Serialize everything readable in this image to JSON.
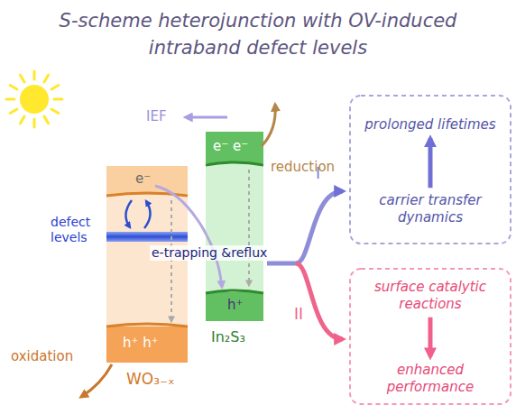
{
  "diagram": {
    "title": "S-scheme heterojunction with OV-induced intraband defect levels",
    "nodes": [
      {
        "text": [
          "prolonged lifetimes"
        ]
      },
      {
        "text": [
          "carrier transfer dynamics"
        ]
      },
      {
        "text": [
          "surface catalytic reactions"
        ]
      },
      {
        "text": [
          "enhanced performance"
        ]
      }
    ],
    "edges": [
      {
        "from": 1,
        "to": 0,
        "arrow": "to"
      },
      {
        "from": 2,
        "to": 3,
        "arrow": "to"
      }
    ],
    "labels": [
      "IEF",
      "e⁻ e⁻",
      "reduction",
      "e⁻",
      "defect levels",
      "e-trapping &reflux",
      "h⁺",
      "In₂S₃",
      "oxidation",
      "h⁺ h⁺",
      "WO₃₋ₓ",
      "I",
      "II"
    ]
  }
}
